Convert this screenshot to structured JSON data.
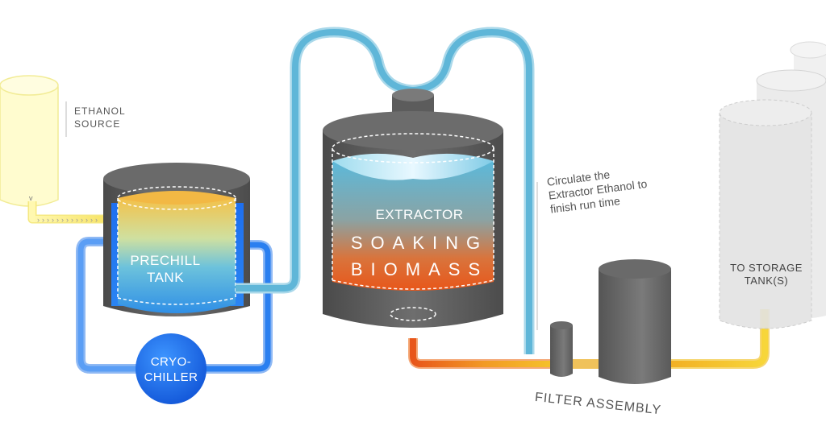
{
  "labels": {
    "ethanol_source": "ETHANOL SOURCE",
    "prechill_tank": "PRECHILL TANK",
    "extractor": "EXTRACTOR",
    "soaking": "SOAKING",
    "biomass": "BIOMASS",
    "circulate_note": "Circulate the Extractor Ethanol to finish run time",
    "cryo_chiller": "CRYO- CHILLER",
    "filter_assembly": "FILTER ASSEMBLY",
    "storage_tanks": "TO STORAGE TANK(S)"
  },
  "colors": {
    "ethanol_yellow": "#FFFBCC",
    "cold_blue": "#1f78f0",
    "light_blue_pipe": "#5fb6d8",
    "hot_orange": "#e9621a",
    "tank_grey": "#5a5a5a",
    "storage_grey": "#dcdcdc",
    "flow_gold": "#f5c42c"
  }
}
